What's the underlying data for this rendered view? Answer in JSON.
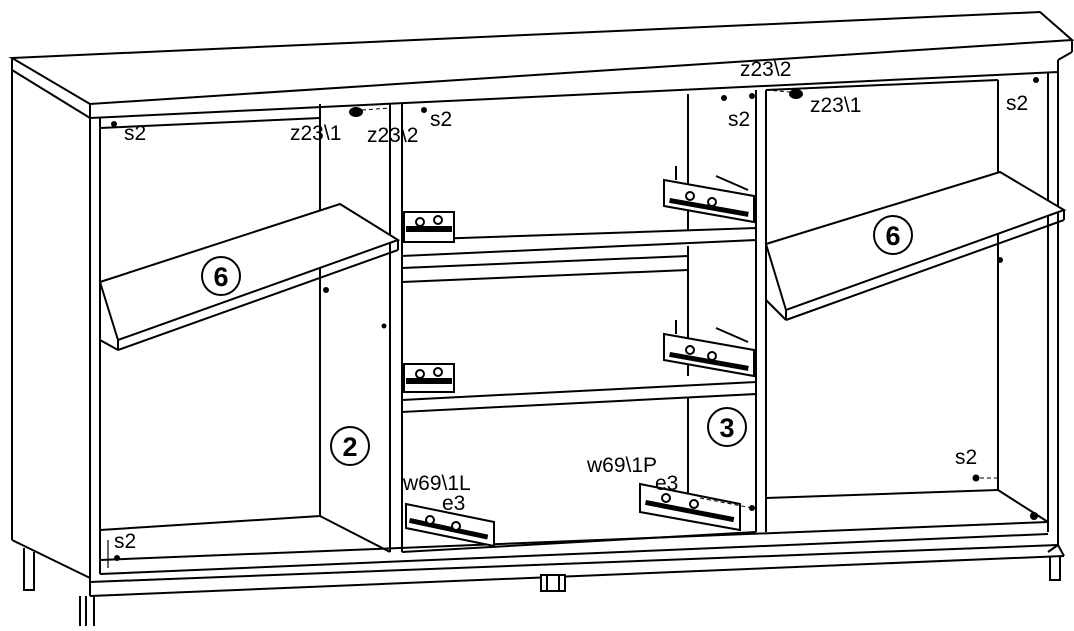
{
  "diagram": {
    "part_numbers": {
      "left_compartment": "2",
      "middle_compartment": "3",
      "left_shelf": "6",
      "right_shelf": "6"
    },
    "hardware_labels": {
      "s2_top_left": "s2",
      "z23_1_left": "z23\\1",
      "z23_2_left": "z23\\2",
      "s2_top_mid_left": "s2",
      "s2_top_mid_right": "s2",
      "z23_2_right": "z23\\2",
      "z23_1_right": "z23\\1",
      "s2_top_right": "s2",
      "s2_bottom_left": "s2",
      "s2_bottom_right": "s2",
      "w69_1L": "w69\\1L",
      "e3_left": "e3",
      "w69_1P": "w69\\1P",
      "e3_right": "e3"
    }
  }
}
